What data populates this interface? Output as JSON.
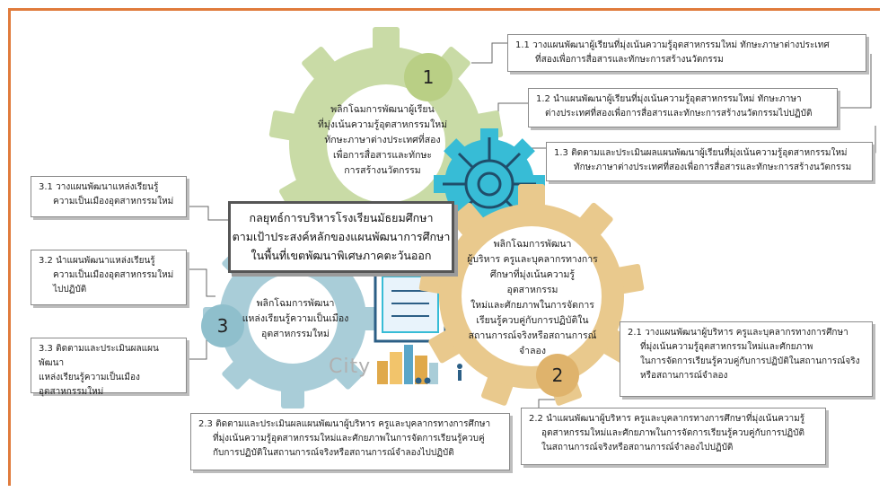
{
  "title": "กลยุทธ์การบริหารโรงเรียนมัธยมศึกษา ตามเป้าประสงค์หลักของแผนพัฒนาการศึกษา ในพื้นที่เขตพัฒนาพิเศษภาคตะวันออก",
  "title_lines": [
    "กลยุทธ์การบริหารโรงเรียนมัธยมศึกษา",
    "ตามเป้าประสงค์หลักของแผนพัฒนาการศึกษา",
    "ในพื้นที่เขตพัฒนาพิเศษภาคตะวันออก"
  ],
  "colors": {
    "frame": "#e07b3c",
    "gear1": "#c9dba6",
    "gear2": "#e9c98d",
    "gear3": "#a9cdd8",
    "gear_center": "#37bcd6",
    "badge1": "#b9cf85",
    "badge2": "#dfb36c",
    "badge3": "#8fbfcc"
  },
  "gears": [
    {
      "number": "1",
      "lines": [
        "พลิกโฉมการพัฒนาผู้เรียน",
        "ที่มุ่งเน้นความรู้อุตสาหกรรมใหม่",
        "ทักษะภาษาต่างประเทศที่สอง",
        "เพื่อการสื่อสารและทักษะ",
        "การสร้างนวัตกรรม"
      ]
    },
    {
      "number": "2",
      "lines": [
        "พลิกโฉมการพัฒนา",
        "ผู้บริหาร ครูและบุคลากรทางการ",
        "ศึกษาที่มุ่งเน้นความรู้อุตสาหกรรม",
        "ใหม่และศักยภาพในการจัดการ",
        "เรียนรู้ควบคู่กับการปฏิบัติใน",
        "สถานการณ์จริงหรือสถานการณ์",
        "จำลอง"
      ]
    },
    {
      "number": "3",
      "lines": [
        "พลิกโฉมการพัฒนา",
        "แหล่งเรียนรู้ความเป็นเมือง",
        "อุตสาหกรรมใหม่"
      ]
    }
  ],
  "strategies": {
    "s1_1": [
      "1.1 วางแผนพัฒนาผู้เรียนที่มุ่งเน้นความรู้อุตสาหกรรมใหม่ ทักษะภาษาต่างประเทศ",
      "ที่สองเพื่อการสื่อสารและทักษะการสร้างนวัตกรรม"
    ],
    "s1_2": [
      "1.2 นำแผนพัฒนาผู้เรียนที่มุ่งเน้นความรู้อุตสาหกรรมใหม่ ทักษะภาษา",
      "ต่างประเทศที่สองเพื่อการสื่อสารและทักษะการสร้างนวัตกรรมไปปฏิบัติ"
    ],
    "s1_3": [
      "1.3 ติดตามและประเมินผลแผนพัฒนาผู้เรียนที่มุ่งเน้นความรู้อุตสาหกรรมใหม่",
      "ทักษะภาษาต่างประเทศที่สองเพื่อการสื่อสารและทักษะการสร้างนวัตกรรม"
    ],
    "s2_1": [
      "2.1 วางแผนพัฒนาผู้บริหาร ครูและบุคลากรทางการศึกษา",
      "ที่มุ่งเน้นความรู้อุตสาหกรรมใหม่และศักยภาพ",
      "ในการจัดการเรียนรู้ควบคู่กับการปฏิบัติในสถานการณ์จริง",
      "หรือสถานการณ์จำลอง"
    ],
    "s2_2": [
      "2.2 นำแผนพัฒนาผู้บริหาร ครูและบุคลากรทางการศึกษาที่มุ่งเน้นความรู้",
      "อุตสาหกรรมใหม่และศักยภาพในการจัดการเรียนรู้ควบคู่กับการปฏิบัติ",
      "ในสถานการณ์จริงหรือสถานการณ์จำลองไปปฏิบัติ"
    ],
    "s2_3": [
      "2.3 ติดตามและประเมินผลแผนพัฒนาผู้บริหาร ครูและบุคลากรทางการศึกษา",
      "ที่มุ่งเน้นความรู้อุตสาหกรรมใหม่และศักยภาพในการจัดการเรียนรู้ควบคู่",
      "กับการปฏิบัติในสถานการณ์จริงหรือสถานการณ์จำลองไปปฏิบัติ"
    ],
    "s3_1": [
      "3.1 วางแผนพัฒนาแหล่งเรียนรู้",
      "ความเป็นเมืองอุตสาหกรรมใหม่"
    ],
    "s3_2": [
      "3.2 นำแผนพัฒนาแหล่งเรียนรู้",
      "ความเป็นเมืองอุตสาหกรรมใหม่",
      "ไปปฏิบัติ"
    ],
    "s3_3": [
      "3.3 ติดตามและประเมินผลแผนพัฒนา",
      "แหล่งเรียนรู้ความเป็นเมือง",
      "อุตสาหกรรมใหม่"
    ]
  },
  "decor": {
    "city_word": "City",
    "icons": [
      "gear-circuit-icon",
      "laptop-icon",
      "city-skyline-icon",
      "person-walking-icon",
      "cyclist-icon"
    ]
  }
}
